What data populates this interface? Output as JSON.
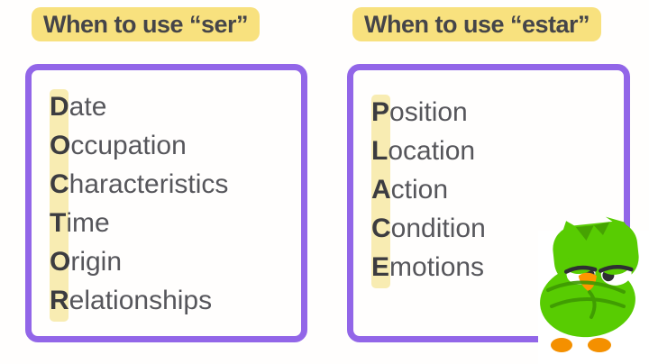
{
  "colors": {
    "highlight_yellow": "#F8E17E",
    "band_yellow": "#F8ECB2",
    "purple_border": "#9266E8",
    "heading_text": "#454549",
    "list_text": "#56565B",
    "first_letter_text": "#3C3C40",
    "owl_green": "#58CC02",
    "owl_dark_green": "#46A302",
    "owl_crease_green": "#3E9802",
    "owl_beak_orange": "#FF9600",
    "owl_feet_orange": "#F49000",
    "owl_eye_dark": "#2E2E33"
  },
  "left_panel": {
    "title": "When to use “ser”",
    "acronym": "DOCTOR",
    "items": [
      "Date",
      "Occupation",
      "Characteristics",
      "Time",
      "Origin",
      "Relationships"
    ]
  },
  "right_panel": {
    "title": "When to use “estar”",
    "acronym": "PLACE",
    "items": [
      "Position",
      "Location",
      "Action",
      "Condition",
      "Emotions"
    ]
  },
  "mascot": {
    "name": "Duo the Duolingo owl",
    "pose": "arms crossed, unamused expression"
  }
}
